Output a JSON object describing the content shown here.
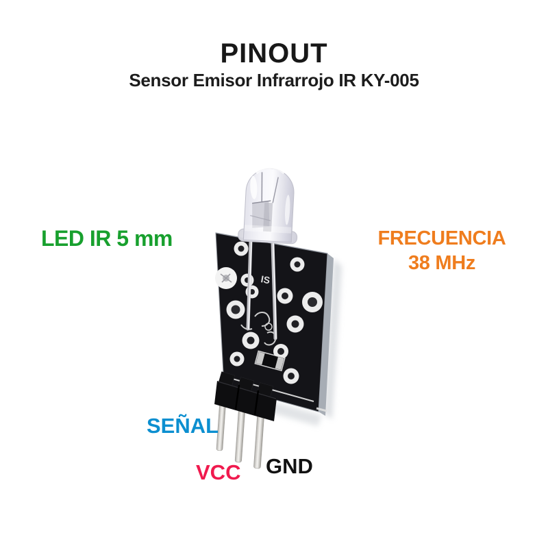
{
  "page": {
    "background_color": "#ffffff"
  },
  "header": {
    "title": "PINOUT",
    "subtitle": "Sensor Emisor Infrarrojo IR KY-005"
  },
  "annotations": {
    "led": {
      "text": "LED IR 5 mm",
      "color": "#18A02E"
    },
    "frequency": {
      "line1": "FRECUENCIA",
      "line2": "38 MHz",
      "color": "#EF7D1E"
    },
    "signal": {
      "text": "SEÑAL",
      "color": "#0C8FD0"
    },
    "vcc": {
      "text": "VCC",
      "color": "#F01A4E"
    },
    "gnd": {
      "text": "GND",
      "color": "#121212"
    }
  },
  "module": {
    "description": "KY-005 infrared emitter module photo: clear 5 mm IR LED on black PCB with 3-pin header",
    "silkscreen_text": "IS",
    "pcb_color": "#141418",
    "pin_count": "3"
  }
}
